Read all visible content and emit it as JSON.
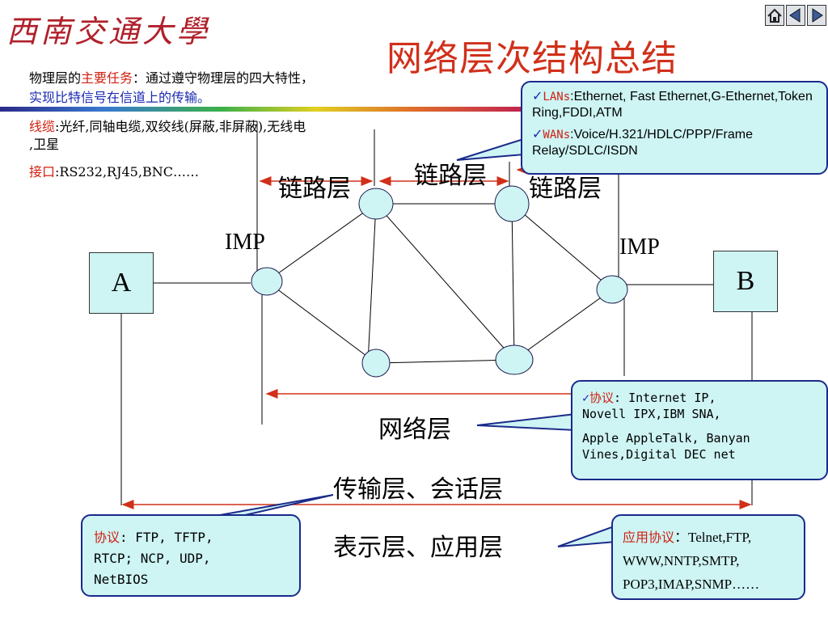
{
  "header": {
    "logo_text": "西南交通大學",
    "title": "网络层次结构总结"
  },
  "nav": {
    "home_icon": "home-icon",
    "prev_icon": "prev-arrow-icon",
    "next_icon": "next-arrow-icon"
  },
  "physical": {
    "line1_pre": "物理层的",
    "line1_task": "主要任务",
    "line1_post": "：通过遵守物理层的四大特性，",
    "line2": "实现比特信号在信道上的传输。",
    "cable_label": "线缆",
    "cable_text": ":光纤,同轴电缆,双绞线(屏蔽,非屏蔽),无线电",
    "cable_text2": ",卫星",
    "iface_label": "接口",
    "iface_text": ":RS232,RJ45,BNC……"
  },
  "diagram": {
    "link_layer_left": "链路层",
    "link_layer_mid": "链路层",
    "link_layer_right": "链路层",
    "imp_left": "IMP",
    "imp_right": "IMP",
    "host_a": "A",
    "host_b": "B",
    "network_layer": "网络层",
    "transport_session": "传输层、会话层",
    "presentation_app": "表示层、应用层"
  },
  "callouts": {
    "lan_label": "LANs",
    "lan_text": ":Ethernet, Fast Ethernet,G-Ethernet,Token Ring,FDDI,ATM",
    "wan_label": "WANs",
    "wan_text": ":Voice/H.321/HDLC/PPP/Frame Relay/SDLC/ISDN",
    "net_proto_label": "协议",
    "net_proto_text1": ": Internet IP,",
    "net_proto_text2": "Novell IPX,IBM SNA,",
    "net_proto_text3": "Apple AppleTalk, Banyan",
    "net_proto_text4": "Vines,Digital  DEC net",
    "transport_proto_label": "协议",
    "transport_proto_text1": ": FTP, TFTP,",
    "transport_proto_text2": "RTCP; NCP, UDP,",
    "transport_proto_text3": "NetBIOS",
    "app_proto_label": "应用协议",
    "app_proto_text1": "：Telnet,FTP,",
    "app_proto_text2": "WWW,NNTP,SMTP,",
    "app_proto_text3": "POP3,IMAP,SNMP……"
  },
  "colors": {
    "title": "#d0301a",
    "highlight_red": "#d02010",
    "highlight_blue": "#1a2ab0",
    "node_fill": "#cef4f4",
    "arrow": "#d0301a"
  }
}
